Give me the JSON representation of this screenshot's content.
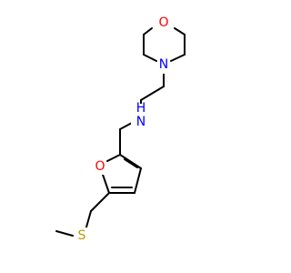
{
  "molecule": {
    "atoms": [
      {
        "id": "O1",
        "symbol": "O",
        "color": "#ff0000"
      },
      {
        "id": "N1",
        "symbol": "N",
        "color": "#0000ff"
      },
      {
        "id": "N2",
        "symbol": "N",
        "color": "#0000ff",
        "hydrogen": "H"
      },
      {
        "id": "O2",
        "symbol": "O",
        "color": "#ff0000"
      },
      {
        "id": "S1",
        "symbol": "S",
        "color": "#b8a000"
      }
    ]
  }
}
